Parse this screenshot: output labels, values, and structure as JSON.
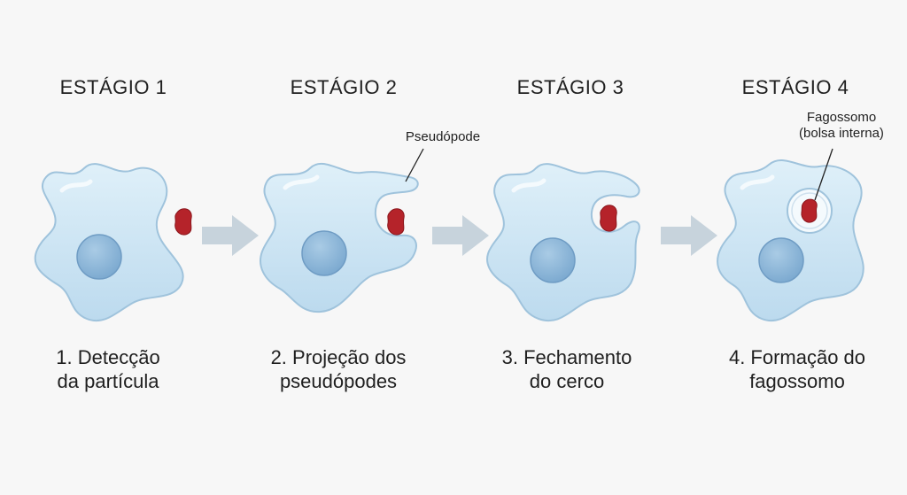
{
  "stages": [
    {
      "title": "ESTÁGIO 1",
      "caption_line1": "1. Detecção",
      "caption_line2": "da partícula"
    },
    {
      "title": "ESTÁGIO 2",
      "caption_line1": "2. Projeção dos",
      "caption_line2": "pseudópodes"
    },
    {
      "title": "ESTÁGIO 3",
      "caption_line1": "3. Fechamento",
      "caption_line2": "do cerco"
    },
    {
      "title": "ESTÁGIO 4",
      "caption_line1": "4. Formação do",
      "caption_line2": "fagossomo"
    }
  ],
  "callouts": {
    "pseudopod": "Pseudópode",
    "phagosome_line1": "Fagossomo",
    "phagosome_line2": "(bolsa interna)"
  },
  "colors": {
    "cell_fill": "#cfe6f3",
    "cell_stroke": "#9fc3dc",
    "nucleus_fill": "#8fb8d8",
    "particle": "#b5232a",
    "arrow": "#c7d3dc"
  }
}
